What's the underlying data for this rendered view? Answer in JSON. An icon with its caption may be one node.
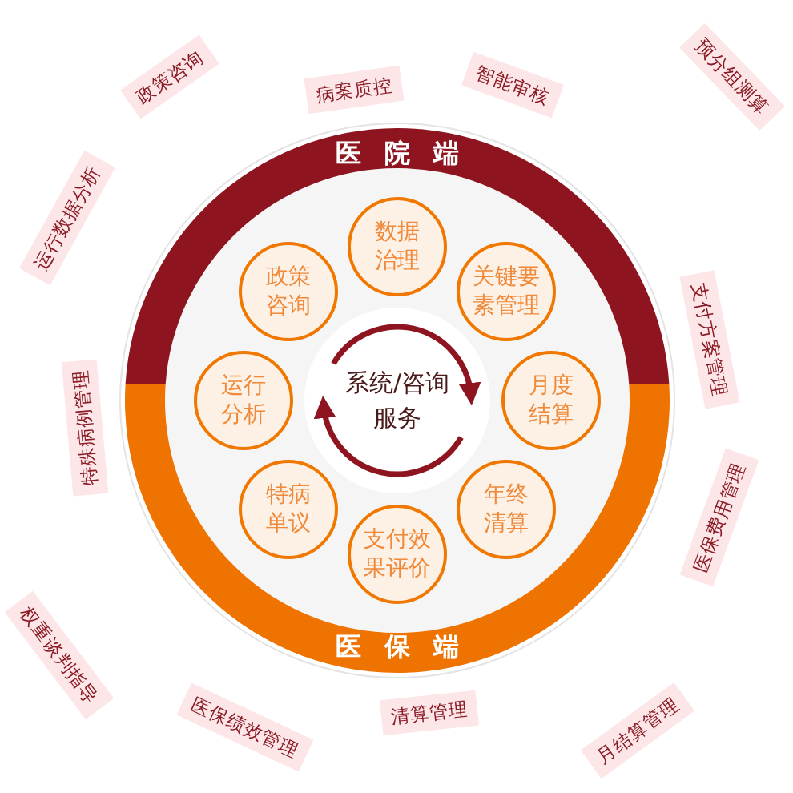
{
  "diagram": {
    "nodes": [
      {
        "text": [
          "医院端"
        ]
      },
      {
        "text": [
          "医保端"
        ]
      },
      {
        "text": [
          "系统/咨询服务"
        ]
      },
      {
        "text": [
          "数据治理"
        ]
      },
      {
        "text": [
          "关键要素管理"
        ]
      },
      {
        "text": [
          "月度结算"
        ]
      },
      {
        "text": [
          "年终清算"
        ]
      },
      {
        "text": [
          "支付效果评价"
        ]
      },
      {
        "text": [
          "特病单议"
        ]
      },
      {
        "text": [
          "运行分析"
        ]
      },
      {
        "text": [
          "政策咨询"
        ]
      },
      {
        "text": [
          "病案质控"
        ]
      },
      {
        "text": [
          "智能审核"
        ]
      },
      {
        "text": [
          "预分组测算"
        ]
      },
      {
        "text": [
          "支付方案管理"
        ]
      },
      {
        "text": [
          "医保费用管理"
        ]
      },
      {
        "text": [
          "月结算管理"
        ]
      },
      {
        "text": [
          "清算管理"
        ]
      },
      {
        "text": [
          "医保绩效管理"
        ]
      },
      {
        "text": [
          "权重谈判指导"
        ]
      },
      {
        "text": [
          "特殊病例管理"
        ]
      },
      {
        "text": [
          "运行数据分析"
        ]
      },
      {
        "text": [
          "政策咨询"
        ]
      }
    ]
  }
}
